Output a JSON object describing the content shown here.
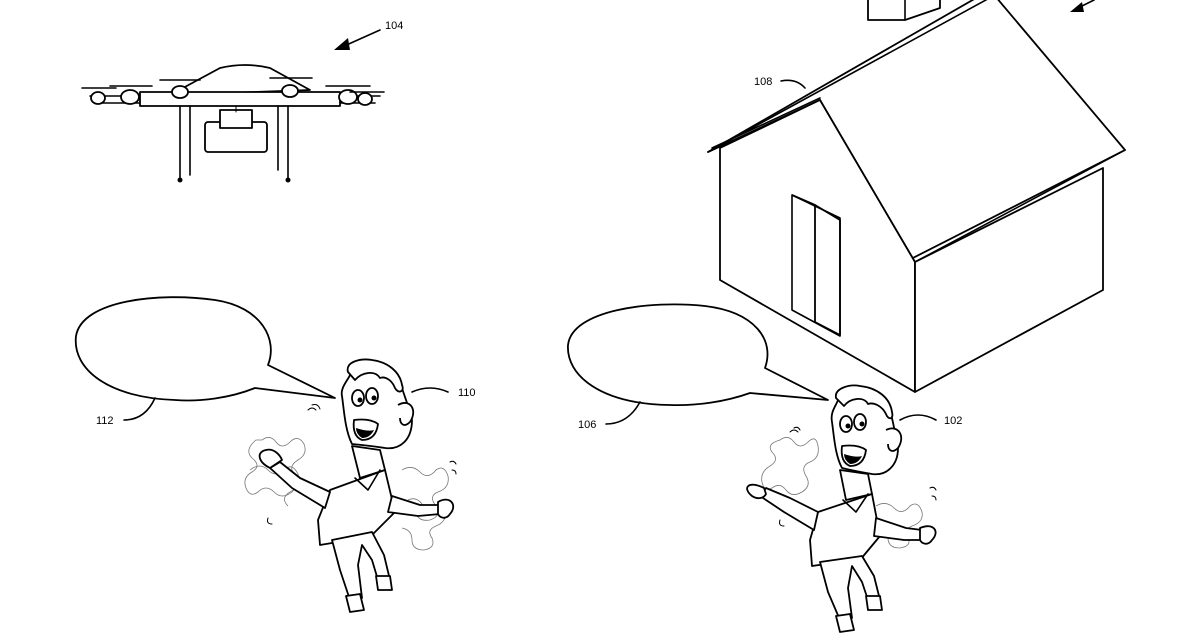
{
  "labels": {
    "drone": "104",
    "house": "108",
    "person_left": "110",
    "bubble_left": "112",
    "person_right": "102",
    "bubble_right": "106"
  }
}
